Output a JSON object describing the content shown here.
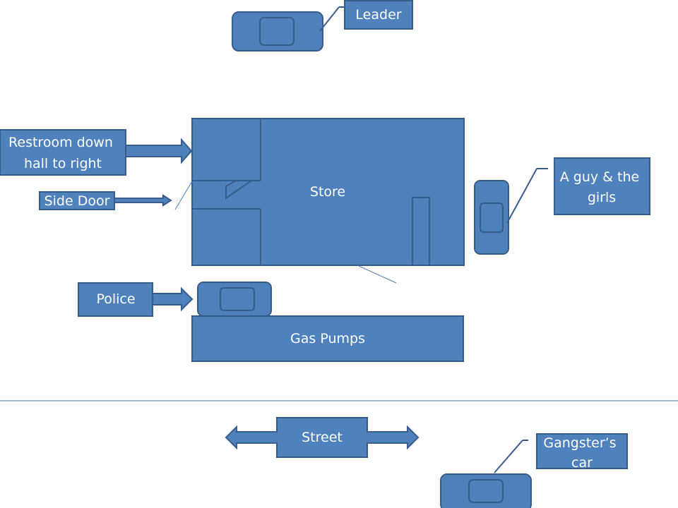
{
  "labels": {
    "leader": "Leader",
    "restroom": [
      "Restroom down",
      "hall to right"
    ],
    "side_door": "Side Door",
    "store": "Store",
    "guy_girls": [
      "A guy & the",
      "girls"
    ],
    "police": "Police",
    "gas_pumps": "Gas Pumps",
    "street": "Street",
    "gangster_car": [
      "Gangster’s",
      "car"
    ]
  },
  "colors": {
    "fill": "#4f81bd",
    "stroke": "#385d8a",
    "line": "#4a7ebb"
  }
}
